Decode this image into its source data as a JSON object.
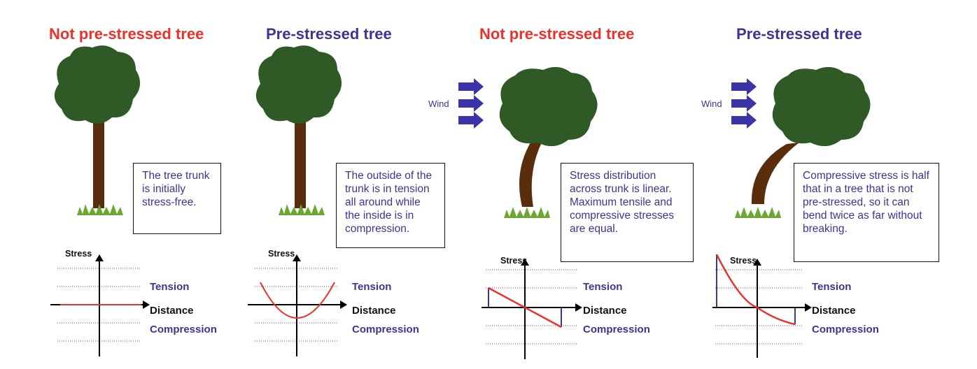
{
  "panels": [
    {
      "title": "Not pre-stressed tree",
      "title_color": "#e8322b",
      "caption": "The tree trunk is initially stress-free.",
      "wind_label": null,
      "graph": {
        "stress": "Stress",
        "tension": "Tension",
        "distance": "Distance",
        "compression": "Compression",
        "profile": "zero"
      }
    },
    {
      "title": "Pre-stressed tree",
      "title_color": "#3b3593",
      "caption": "The outside of the trunk is in tension all around while the inside is in compression.",
      "wind_label": null,
      "graph": {
        "stress": "Stress",
        "tension": "Tension",
        "distance": "Distance",
        "compression": "Compression",
        "profile": "parabola"
      }
    },
    {
      "title": "Not pre-stressed tree",
      "title_color": "#e8322b",
      "caption": "Stress distribution across trunk is linear. Maximum tensile and compressive stresses are equal.",
      "wind_label": "Wind",
      "graph": {
        "stress": "Stress",
        "tension": "Tension",
        "distance": "Distance",
        "compression": "Compression",
        "profile": "linear"
      }
    },
    {
      "title": "Pre-stressed tree",
      "title_color": "#3b3593",
      "caption": "Compressive stress is half that in a tree that is not pre-stressed, so it can bend twice as far without breaking.",
      "wind_label": "Wind",
      "graph": {
        "stress": "Stress",
        "tension": "Tension",
        "distance": "Distance",
        "compression": "Compression",
        "profile": "curve"
      }
    }
  ],
  "colors": {
    "foliage": "#2f5a26",
    "trunk": "#5a2d0c",
    "grass": "#6aa832",
    "arrow": "#3b34a8",
    "stress_curve": "#e8322b",
    "stress_bound": "#3b3593"
  }
}
